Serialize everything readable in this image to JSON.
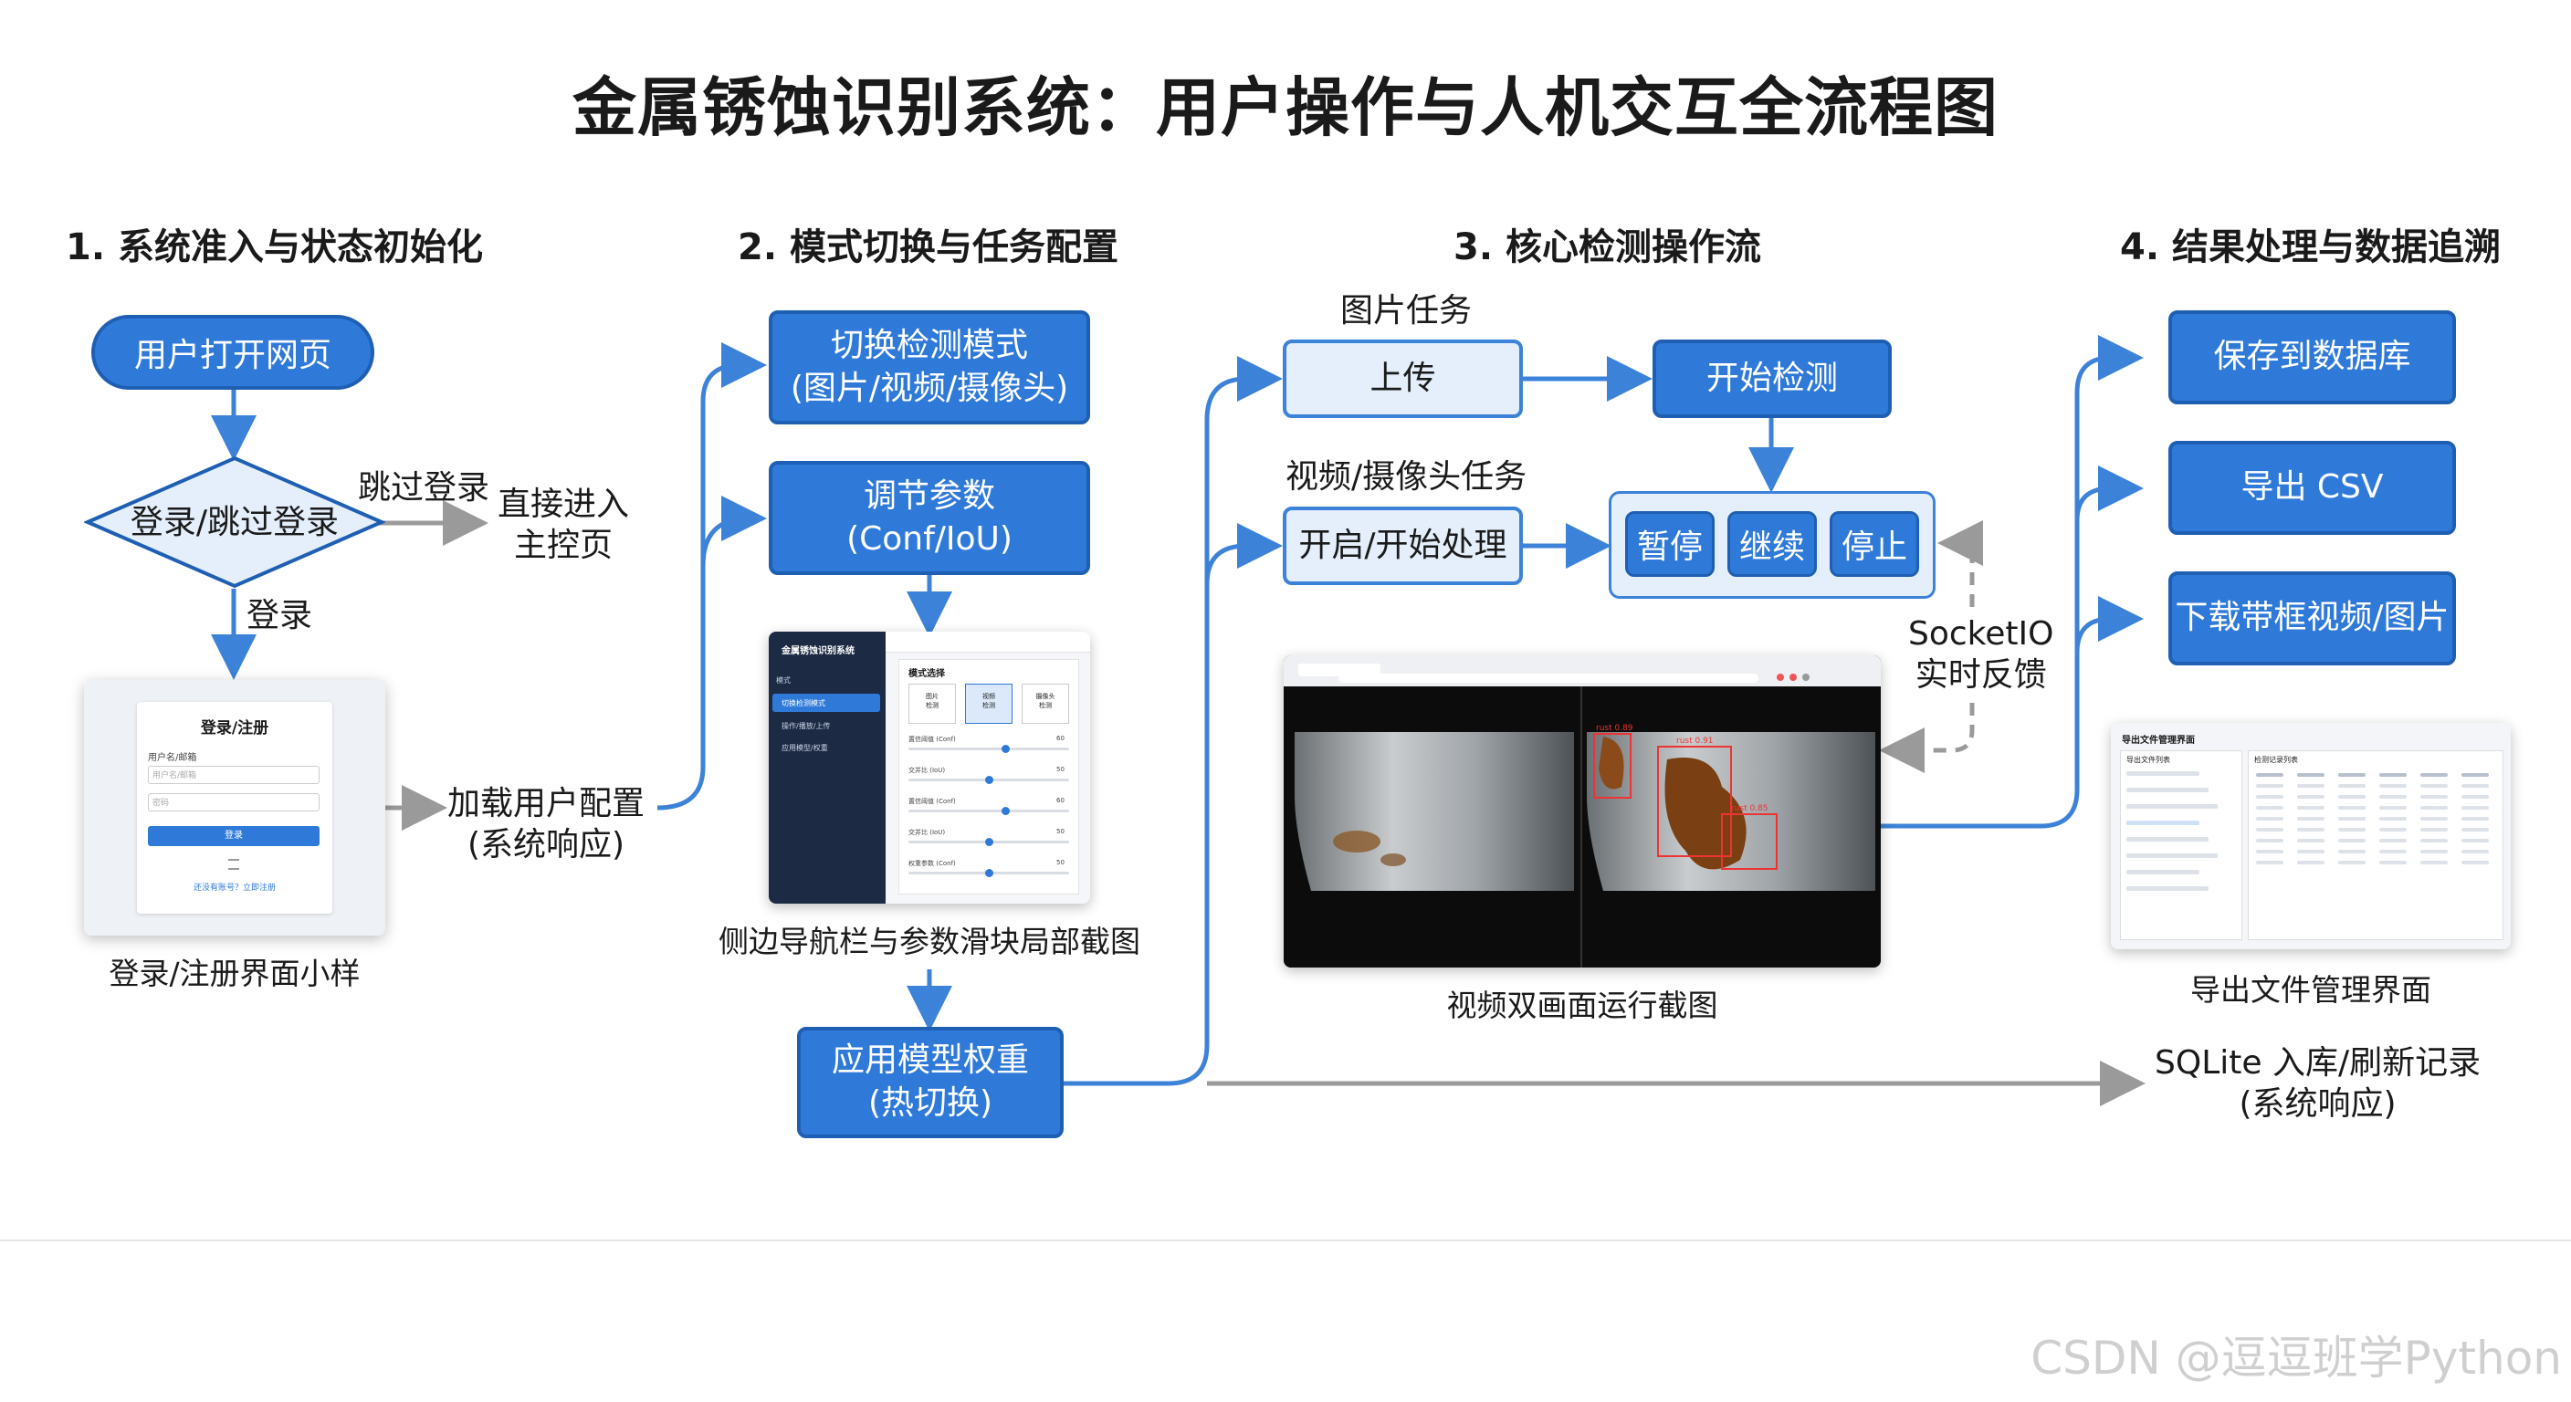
{
  "title": "金属锈蚀识别系统：用户操作与人机交互全流程图",
  "sections": {
    "s1": "1. 系统准入与状态初始化",
    "s2": "2. 模式切换与任务配置",
    "s3": "3. 核心检测操作流",
    "s4": "4. 结果处理与数据追溯"
  },
  "s1": {
    "open_page": "用户打开网页",
    "decision": "登录/跳过登录",
    "skip_label": "跳过登录",
    "direct_line1": "直接进入",
    "direct_line2": "主控页",
    "login_label": "登录",
    "login_card": {
      "title": "登录/注册",
      "user_label": "用户名/邮箱",
      "user_placeholder": "用户名/邮箱",
      "pwd_placeholder": "密码",
      "button": "登录",
      "link": "还没有账号？立即注册"
    },
    "caption": "登录/注册界面小样",
    "load_line1": "加载用户配置",
    "load_line2": "(系统响应)"
  },
  "s2": {
    "switch_line1": "切换检测模式",
    "switch_line2": "(图片/视频/摄像头)",
    "param_line1": "调节参数",
    "param_line2": "(Conf/IoU)",
    "panel": {
      "app_name": "金属锈蚀识别系统",
      "nav": [
        "模式",
        "切换检测模式",
        "操作/播放/上传",
        "应用模型/权重"
      ],
      "header": "模式选择",
      "modes": [
        "图片\n检测",
        "视频\n检测",
        "摄像头\n检测"
      ],
      "sliders": [
        "置信阈值 (Conf)",
        "交并比 (IoU)",
        "置信阈值 (Conf)",
        "交并比 (IoU)",
        "权重参数 (Conf)"
      ],
      "slider_values": [
        "60",
        "50",
        "60",
        "50",
        "50"
      ]
    },
    "caption": "侧边导航栏与参数滑块局部截图",
    "apply_line1": "应用模型权重",
    "apply_line2": "(热切换)"
  },
  "s3": {
    "image_task": "图片任务",
    "upload": "上传",
    "start_detect": "开始检测",
    "video_task": "视频/摄像头任务",
    "start_process": "开启/开始处理",
    "pause": "暂停",
    "resume": "继续",
    "stop": "停止",
    "socket_line1": "SocketIO",
    "socket_line2": "实时反馈",
    "video_caption": "视频双画面运行截图",
    "detect_labels": [
      "rust 0.91",
      "rust 0.89",
      "rust 0.85"
    ]
  },
  "s4": {
    "save_db": "保存到数据库",
    "export_csv": "导出 CSV",
    "download": "下载带框视频/图片",
    "export_panel": {
      "title": "导出文件管理界面",
      "left_header": "导出文件列表",
      "right_header": "检测记录列表"
    },
    "export_caption": "导出文件管理界面",
    "sqlite_line1": "SQLite 入库/刷新记录",
    "sqlite_line2": "(系统响应)"
  },
  "watermark": "CSDN @逗逗班学Python",
  "colors": {
    "primary": "#2f7ad9",
    "primary_dark": "#1f5fb3",
    "light": "#e4effb",
    "arrow": "#3c82d8",
    "gray_arrow": "#9a9a9a"
  }
}
